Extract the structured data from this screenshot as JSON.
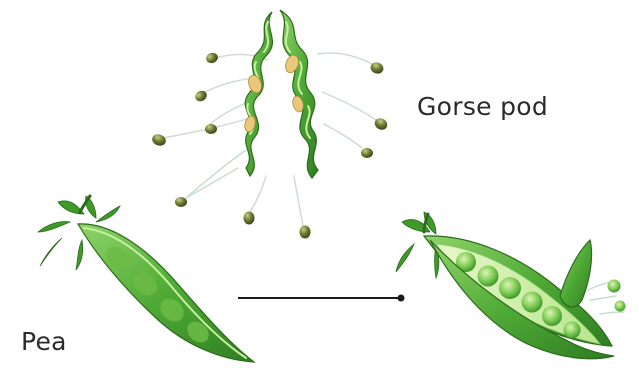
{
  "labels": {
    "gorse_pod": "Gorse pod",
    "pea": "Pea"
  },
  "illustrations": {
    "gorse": "gorse-pod-twisted-open-seeds-scattering",
    "pea_closed": "pea-pod-closed",
    "pea_open": "pea-pod-split-open"
  },
  "colors": {
    "pod_dark": "#2f7d22",
    "pod_mid": "#4faa35",
    "pod_light": "#8fd46a",
    "pea_light": "#b9ea8f",
    "gorse_seed": "#6d7a33",
    "seed_highlight": "#c9cf86",
    "line": "#1a1a1a",
    "text": "#2b2b2b"
  }
}
